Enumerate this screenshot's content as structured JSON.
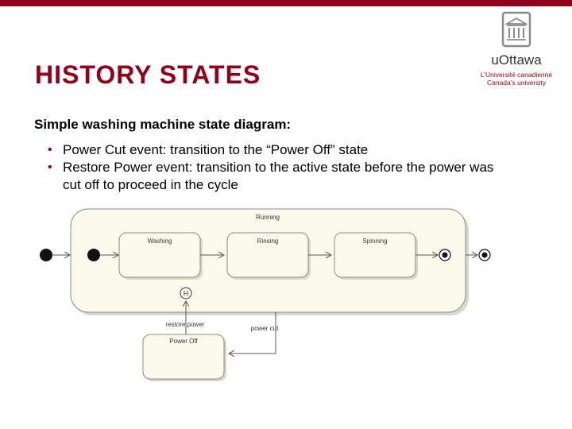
{
  "slide": {
    "title": "HISTORY STATES",
    "subtitle": "Simple washing machine state diagram:",
    "bullets": [
      "Power Cut event: transition to the “Power Off” state",
      "Restore Power event: transition to the active state before the power was cut off to proceed in the cycle"
    ]
  },
  "logo": {
    "name": "uOttawa",
    "line1": "L’Université canadienne",
    "line2": "Canada’s university",
    "icon": "university-building-icon"
  },
  "diagram": {
    "composite_state": "Running",
    "states": [
      "Washing",
      "Rinsing",
      "Spinning"
    ],
    "power_off_state": "Power Off",
    "history_marker": "H",
    "transitions": {
      "restore": "restore power",
      "cut": "power cut"
    }
  },
  "colors": {
    "accent": "#8f001a",
    "state_fill": "#fbf9ec",
    "state_stroke": "#8a8a80",
    "shadow": "#d9d6cc"
  }
}
